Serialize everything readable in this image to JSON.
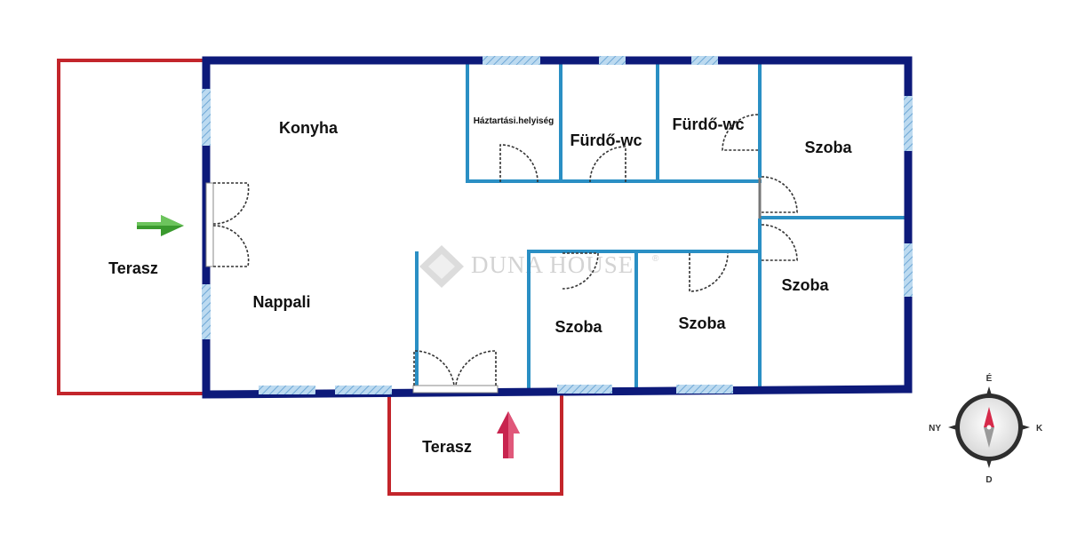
{
  "rooms": {
    "konyha": "Konyha",
    "haztartasi": "Háztartási.helyiség",
    "furdo1": "Fürdő-wc",
    "furdo2": "Fürdő-wc",
    "szoba_ne": "Szoba",
    "szoba_e": "Szoba",
    "szoba_c1": "Szoba",
    "szoba_c2": "Szoba",
    "nappali": "Nappali",
    "terasz_w": "Terasz",
    "terasz_s": "Terasz"
  },
  "watermark": {
    "text": "DUNA HOUSE",
    "mark": "®"
  },
  "compass": {
    "north": "É",
    "south": "D",
    "east": "K",
    "west": "NY"
  },
  "colors": {
    "outer_wall": "#0d1a7a",
    "inner_wall": "#2a8fc4",
    "terrace_outline": "#c3252b",
    "window": "#9cc6e6",
    "entry_arrow_west": "#3a9a2e",
    "entry_arrow_south": "#c8244f",
    "compass_needle": "#d62a4a"
  }
}
